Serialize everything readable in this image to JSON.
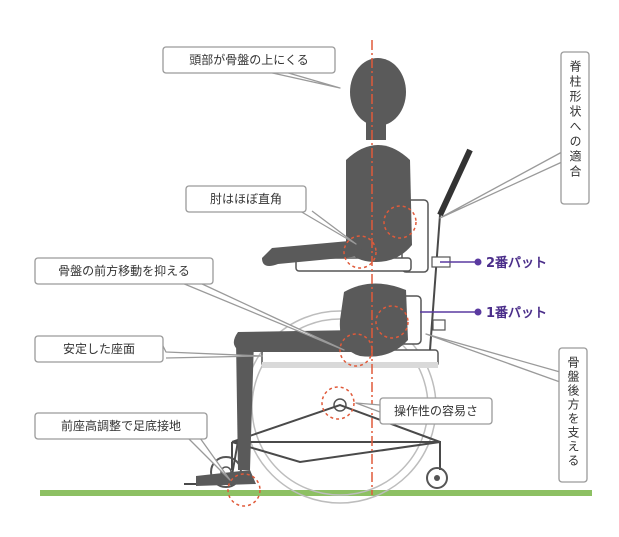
{
  "labels": {
    "head": "頭部が骨盤の上にくる",
    "elbow": "肘はほぼ直角",
    "pelvis_forward": "骨盤の前方移動を抑える",
    "seat": "安定した座面",
    "front_seat": "前座高調整で足底接地",
    "operability": "操作性の容易さ"
  },
  "vertical_labels": {
    "spine": "脊柱形状への適合",
    "pelvis_back": "骨盤後方を支える"
  },
  "pads": {
    "pad2": "2番パット",
    "pad1": "1番パット"
  },
  "colors": {
    "ground": "#8dc063",
    "center_line": "#e05a3a",
    "pad_marker": "#5a3aa0"
  }
}
